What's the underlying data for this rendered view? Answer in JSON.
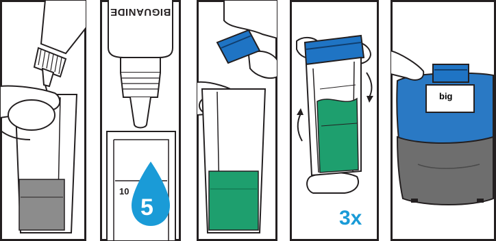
{
  "steps": [
    {
      "id": "step-1",
      "label": ""
    },
    {
      "id": "step-2",
      "reagent_label": "BIGUANIDE",
      "vial_mark": "10",
      "drop_count": "5"
    },
    {
      "id": "step-3",
      "label": ""
    },
    {
      "id": "step-4",
      "repeat_label": "3x"
    },
    {
      "id": "step-5",
      "screen_label": "big"
    }
  ],
  "colors": {
    "outline": "#231f20",
    "cap_blue": "#1f74c4",
    "drop_blue": "#1a9bd7",
    "liquid_green": "#1e9f6e",
    "sample_gray": "#8c8c8c",
    "meter_blue": "#2a79c4",
    "meter_gray": "#6e6e6e"
  },
  "icons": [
    "dropper-icon",
    "drop-icon",
    "vial-icon",
    "cap-icon",
    "rotate-arrow-icon",
    "photometer-icon",
    "hand-icon"
  ]
}
